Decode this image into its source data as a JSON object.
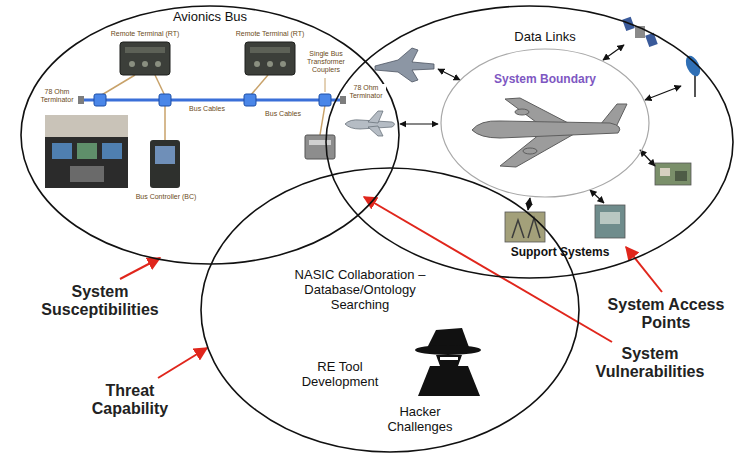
{
  "diagram": {
    "nodes": [
      {
        "text": [
          "Avionics Bus"
        ]
      },
      {
        "text": [
          "Data Links",
          "Support Systems"
        ]
      },
      {
        "text": [
          "System Boundary"
        ],
        "in": 1
      },
      {
        "text": [
          "NASIC Collaboration – Database/Ontology Searching",
          "RE Tool Development",
          "Hacker Challenges"
        ]
      }
    ],
    "labels": [
      "Remote Terminal (RT)",
      "Remote Terminal (RT)",
      "Single Bus Transformer Couplers",
      "78 Ohm Terminator",
      "Bus Cables",
      "78 Ohm Terminator",
      "Bus Controller (BC)",
      "Bus Cables",
      "System Susceptibilities",
      "System Access Points",
      "System Vulnerabilities",
      "Threat Capability"
    ]
  }
}
